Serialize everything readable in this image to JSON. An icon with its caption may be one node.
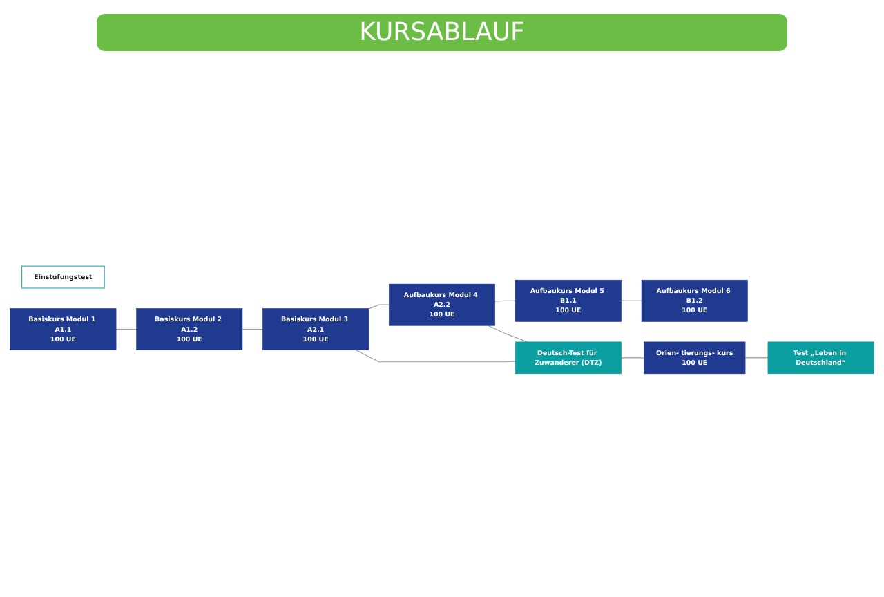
{
  "diagram": {
    "title": "KURSABLAUF",
    "nodes": [
      {
        "text": [
          "Einstufungstest"
        ]
      },
      {
        "text": [
          "Basiskurs Modul 1 A1.1",
          "100 UE"
        ]
      },
      {
        "text": [
          "Basiskurs Modul 2 A1.2",
          "100 UE"
        ]
      },
      {
        "text": [
          "Basiskurs Modul 3 A2.1",
          "100 UE"
        ]
      },
      {
        "text": [
          "Aufbaukurs Modul 4 A2.2",
          "100 UE"
        ]
      },
      {
        "text": [
          "Aufbaukurs Modul 5 B1.1",
          "100 UE"
        ]
      },
      {
        "text": [
          "Aufbaukurs Modul 6 B1.2",
          "100 UE"
        ]
      },
      {
        "text": [
          "Deutsch-Test für Zuwanderer (DTZ)"
        ]
      },
      {
        "text": [
          "Orien- tierungs- kurs",
          "100 UE"
        ]
      },
      {
        "text": [
          "Test „Leben in Deutschland“"
        ]
      }
    ],
    "edges": [
      {
        "from": 1,
        "to": 2,
        "arrow": "none"
      },
      {
        "from": 2,
        "to": 3,
        "arrow": "none"
      },
      {
        "from": 3,
        "to": 4,
        "arrow": "none"
      },
      {
        "from": 4,
        "to": 5,
        "arrow": "none"
      },
      {
        "from": 5,
        "to": 6,
        "arrow": "none"
      },
      {
        "from": 3,
        "to": 7,
        "arrow": "none"
      },
      {
        "from": 4,
        "to": 7,
        "arrow": "none"
      },
      {
        "from": 7,
        "to": 8,
        "arrow": "none"
      },
      {
        "from": 8,
        "to": 9,
        "arrow": "none"
      }
    ]
  }
}
